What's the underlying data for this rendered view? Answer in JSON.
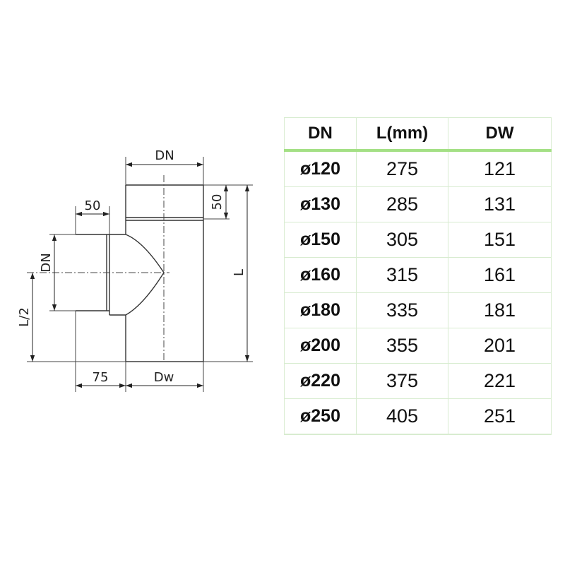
{
  "drawing": {
    "dim_top_dn": "DN",
    "dim_branch_len": "50",
    "dim_top_len": "50",
    "dim_branch_dn": "DN",
    "dim_total_len": "L",
    "dim_half_len": "L/2",
    "dim_offset": "75",
    "dim_body_dia": "Dw"
  },
  "table": {
    "headers": [
      "DN",
      "L(mm)",
      "DW"
    ],
    "rows": [
      [
        "ø120",
        "275",
        "121"
      ],
      [
        "ø130",
        "285",
        "131"
      ],
      [
        "ø150",
        "305",
        "151"
      ],
      [
        "ø160",
        "315",
        "161"
      ],
      [
        "ø180",
        "335",
        "181"
      ],
      [
        "ø200",
        "355",
        "201"
      ],
      [
        "ø220",
        "375",
        "221"
      ],
      [
        "ø250",
        "405",
        "251"
      ]
    ]
  },
  "colors": {
    "table_accent": "#a4e085",
    "table_grid": "#d8ecd0",
    "line": "#333333"
  }
}
